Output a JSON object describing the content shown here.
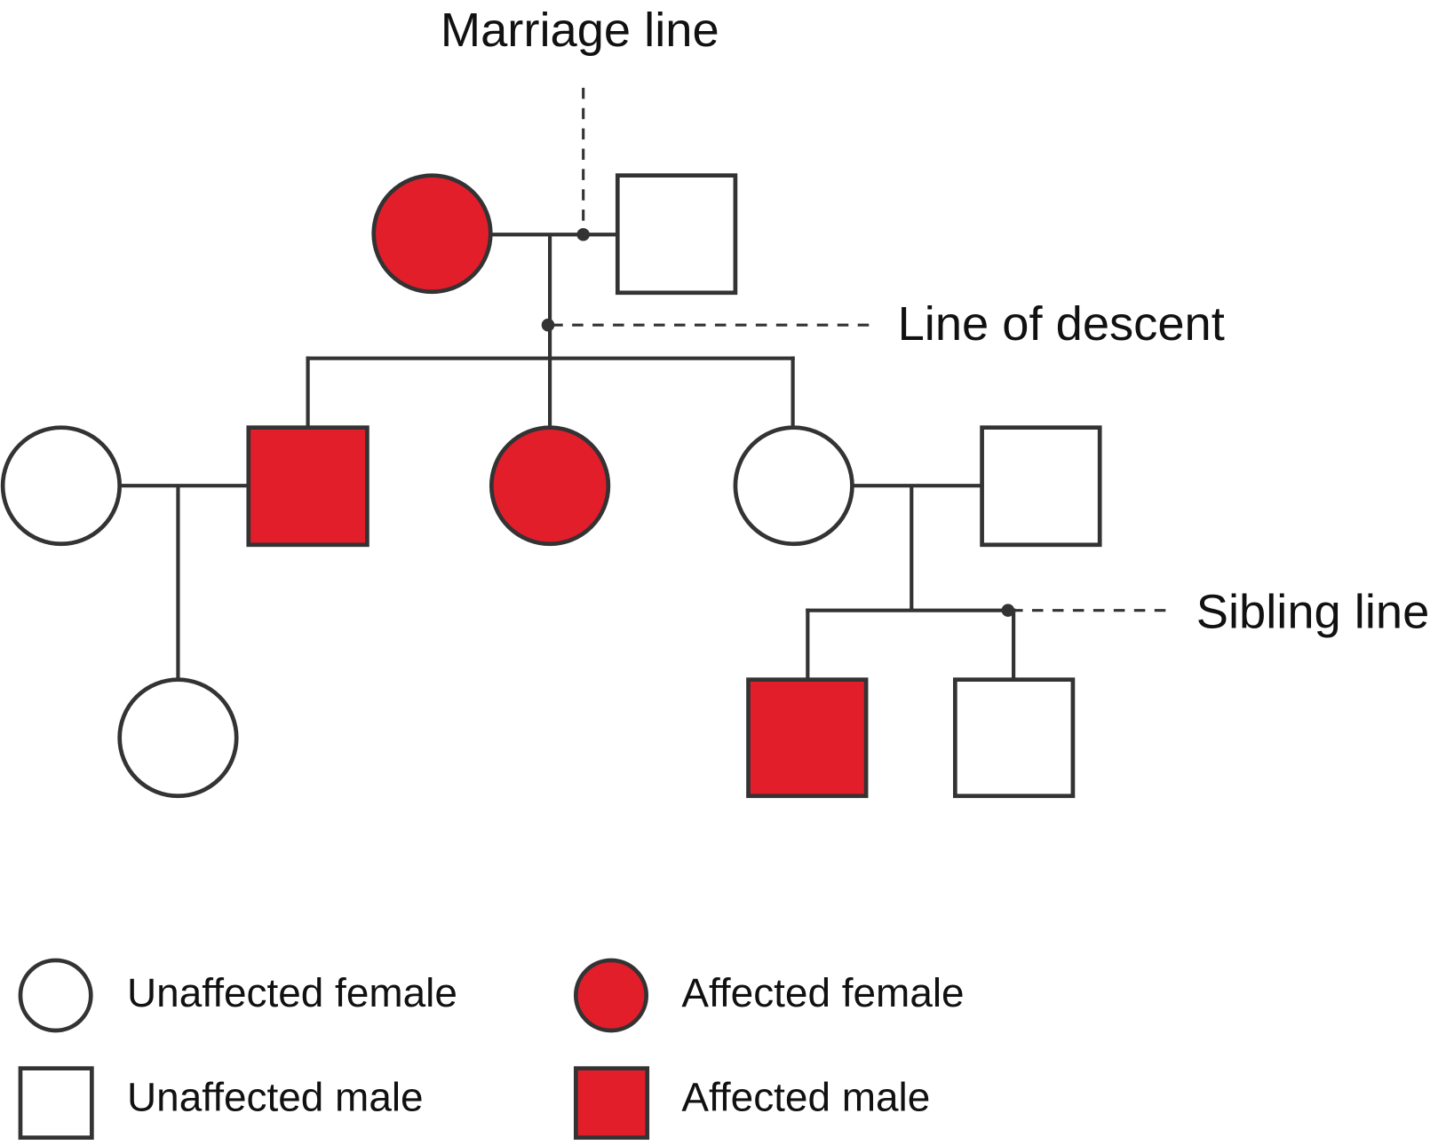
{
  "annotations": {
    "marriage_line": "Marriage line",
    "line_of_descent": "Line of descent",
    "sibling_line": "Sibling line"
  },
  "legend": {
    "unaffected_female": "Unaffected female",
    "affected_female": "Affected female",
    "unaffected_male": "Unaffected male",
    "affected_male": "Affected male"
  },
  "colors": {
    "affected": "#E31E2B",
    "unaffected": "#FFFFFF",
    "line": "#333333"
  },
  "pedigree": {
    "generation_1": [
      {
        "sex": "female",
        "affected": true
      },
      {
        "sex": "male",
        "affected": false
      }
    ],
    "generation_2": [
      {
        "sex": "female",
        "affected": false,
        "role": "spouse"
      },
      {
        "sex": "male",
        "affected": true
      },
      {
        "sex": "female",
        "affected": true
      },
      {
        "sex": "female",
        "affected": false
      },
      {
        "sex": "male",
        "affected": false,
        "role": "spouse"
      }
    ],
    "generation_3": [
      {
        "sex": "female",
        "affected": false
      },
      {
        "sex": "male",
        "affected": true
      },
      {
        "sex": "male",
        "affected": false
      }
    ]
  }
}
